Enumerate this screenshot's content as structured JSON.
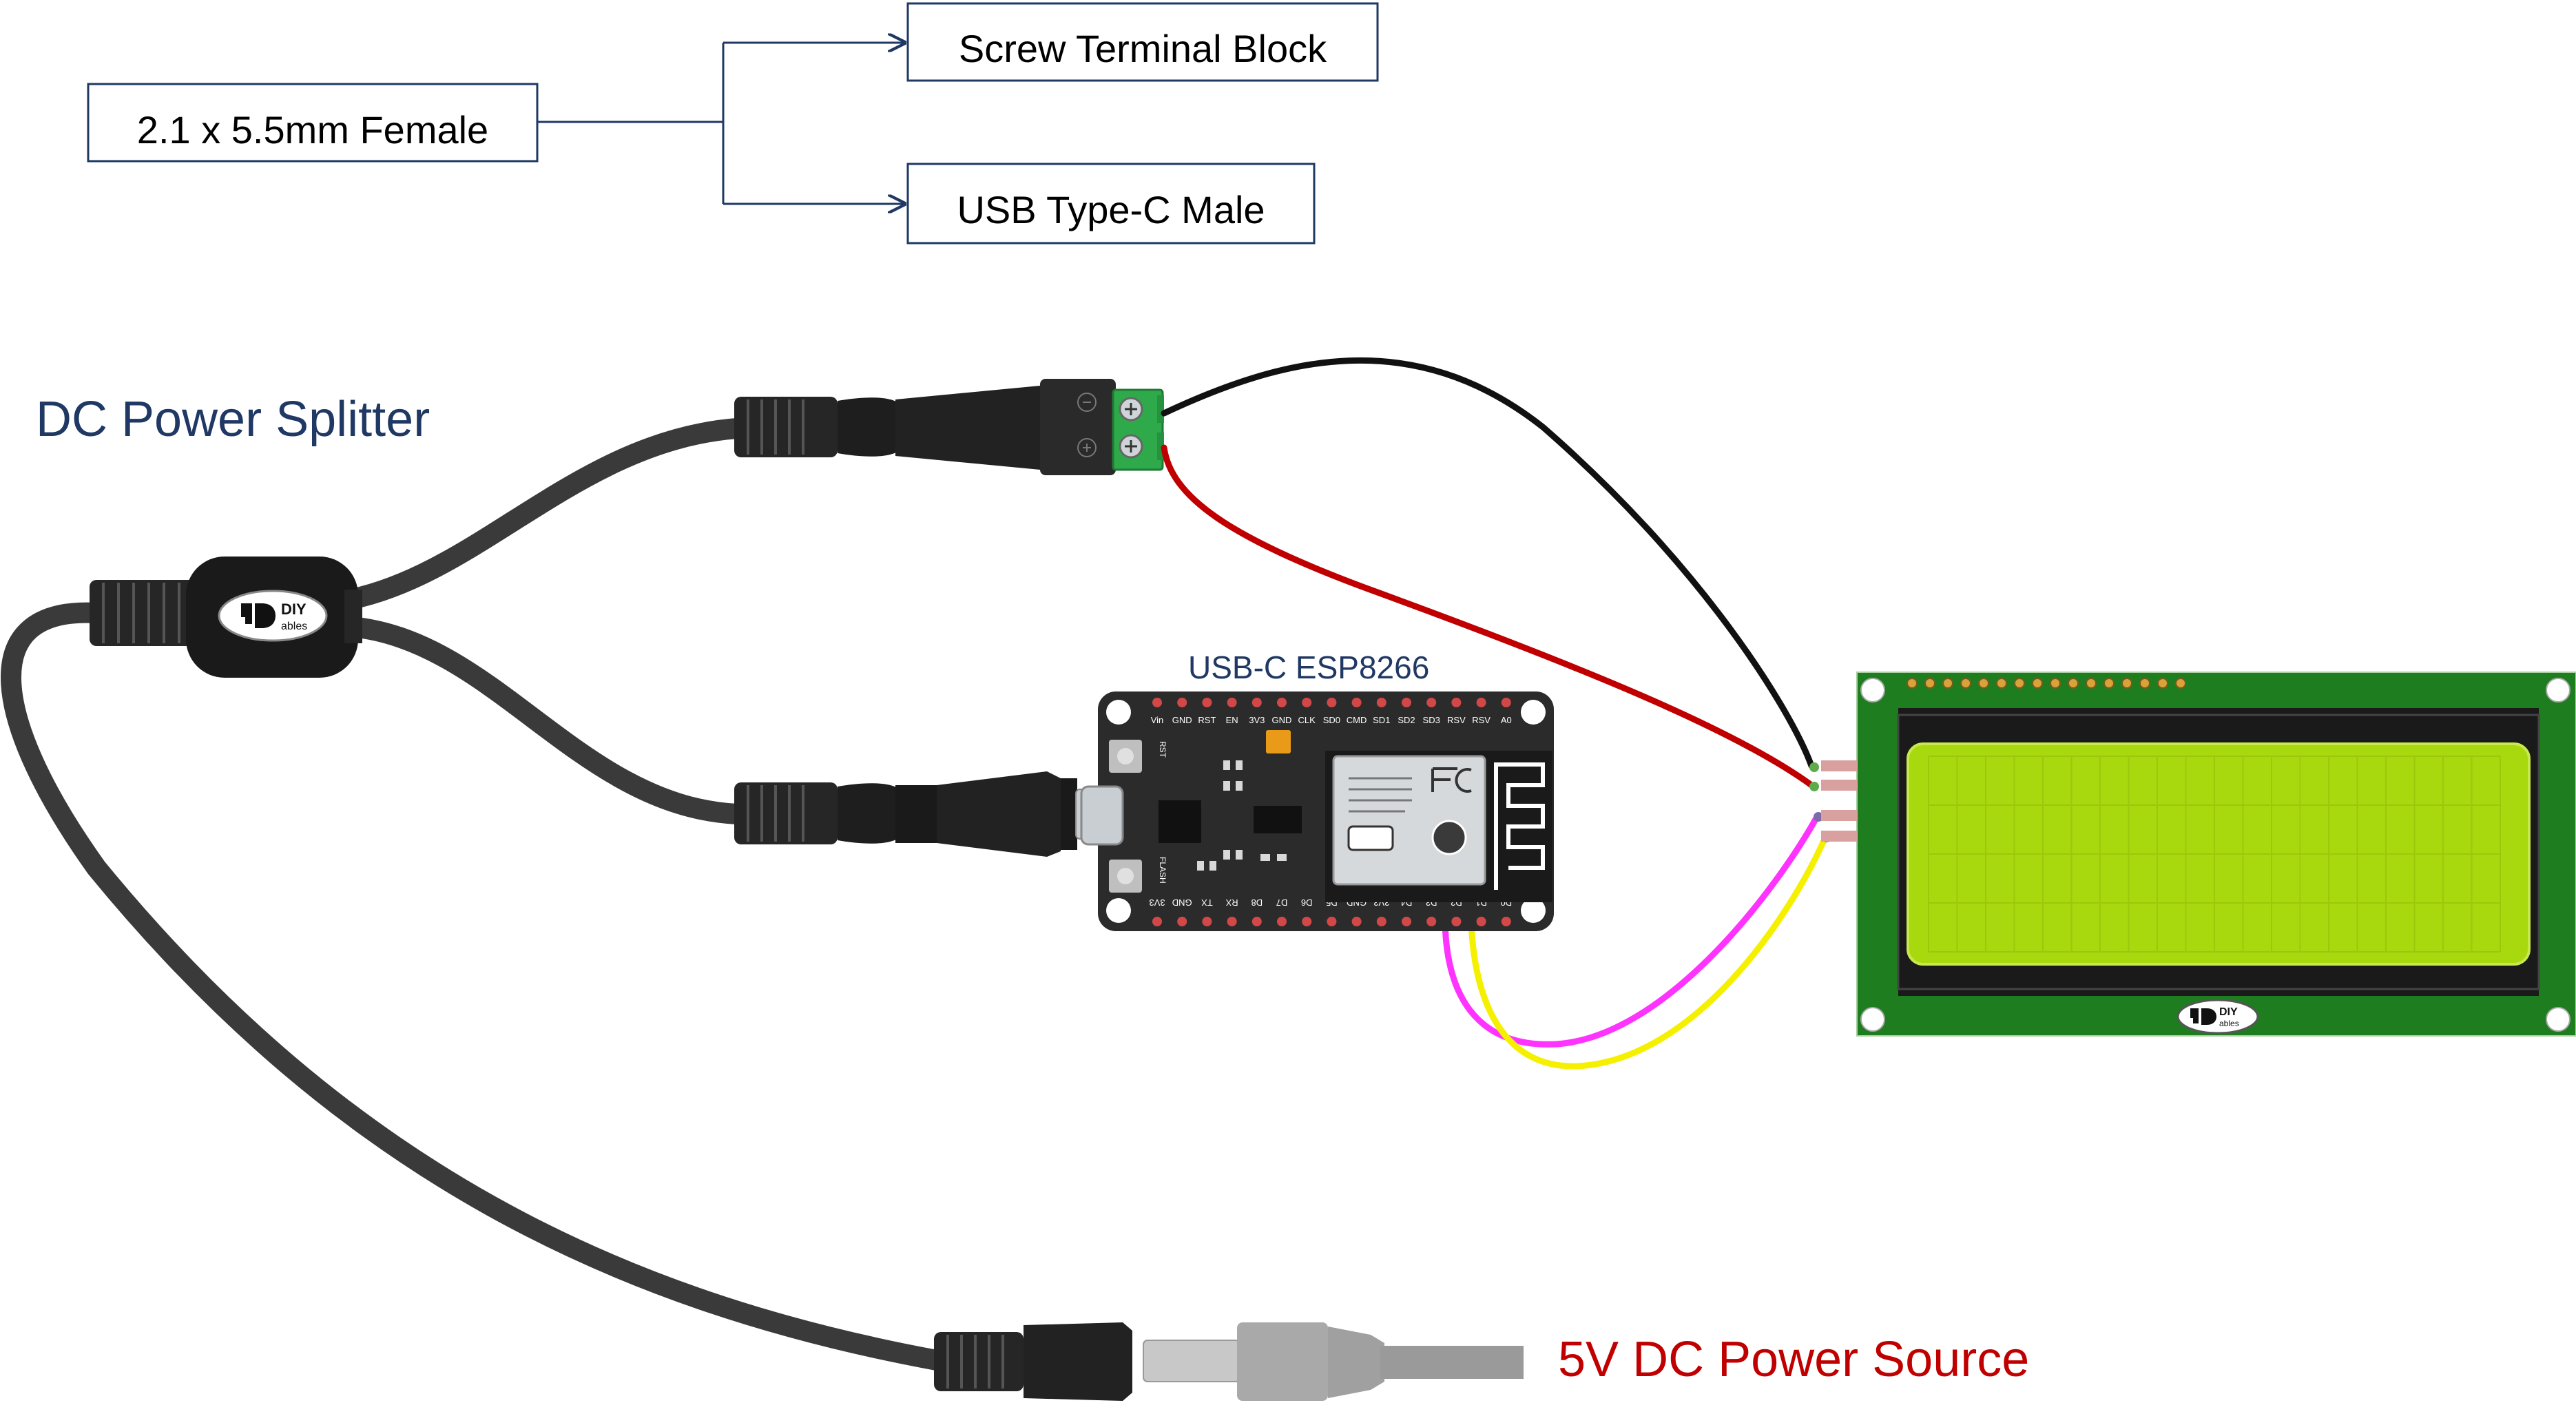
{
  "colors": {
    "navy": "#1f3864",
    "darkred": "#c00000",
    "box_border": "#1f3864",
    "cable": "#3a3a3a",
    "wire_black": "#111111",
    "wire_red": "#c00000",
    "wire_magenta": "#ff33ff",
    "wire_yellow": "#f5f000",
    "pcb_green": "#1e7d1e",
    "lcd_screen": "#a8d80e",
    "esp_board": "#2b2b2b",
    "terminal_green": "#2eaa4a"
  },
  "tree": {
    "root": "2.1 x 5.5mm Female",
    "children": [
      "Screw Terminal Block",
      "USB Type-C Male"
    ]
  },
  "labels": {
    "splitter": "DC Power Splitter",
    "board": "USB-C ESP8266",
    "power_source": "5V DC Power Source",
    "logo_diy": "DIY",
    "logo_ables": "ables"
  },
  "esp_pins": {
    "top": [
      "Vin",
      "GND",
      "RST",
      "EN",
      "3V3",
      "GND",
      "CLK",
      "SD0",
      "CMD",
      "SD1",
      "SD2",
      "SD3",
      "RSV",
      "RSV",
      "A0"
    ],
    "bottom": [
      "3V3",
      "GND",
      "TX",
      "RX",
      "D8",
      "D7",
      "D6",
      "D5",
      "GND",
      "3V3",
      "D4",
      "D3",
      "D2",
      "D1",
      "D0"
    ],
    "side_buttons": [
      "RST",
      "FLASH"
    ]
  },
  "icons": [
    "minus-icon",
    "plus-icon",
    "screw-icon",
    "wifi-antenna-icon",
    "wifi-logo-icon",
    "fcc-logo-icon"
  ]
}
